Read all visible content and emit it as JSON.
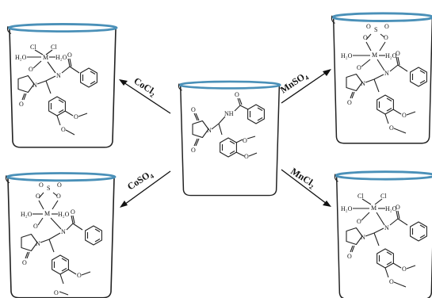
{
  "reactions": [
    {
      "id": "cocl2",
      "reagent": "CoCl",
      "sub": "2"
    },
    {
      "id": "mnso4",
      "reagent": "MnSO",
      "sub": "4"
    },
    {
      "id": "coso4",
      "reagent": "CoSO",
      "sub": "4"
    },
    {
      "id": "mncl2",
      "reagent": "MnCl",
      "sub": "2"
    }
  ],
  "atoms": {
    "O": "O",
    "N": "N",
    "NH": "NH",
    "Cl": "Cl",
    "S": "S",
    "H2O": "H₂O",
    "OH2": "H₂O",
    "M": "M"
  },
  "colors": {
    "rim": "#4a90b8",
    "stroke": "#222222"
  }
}
